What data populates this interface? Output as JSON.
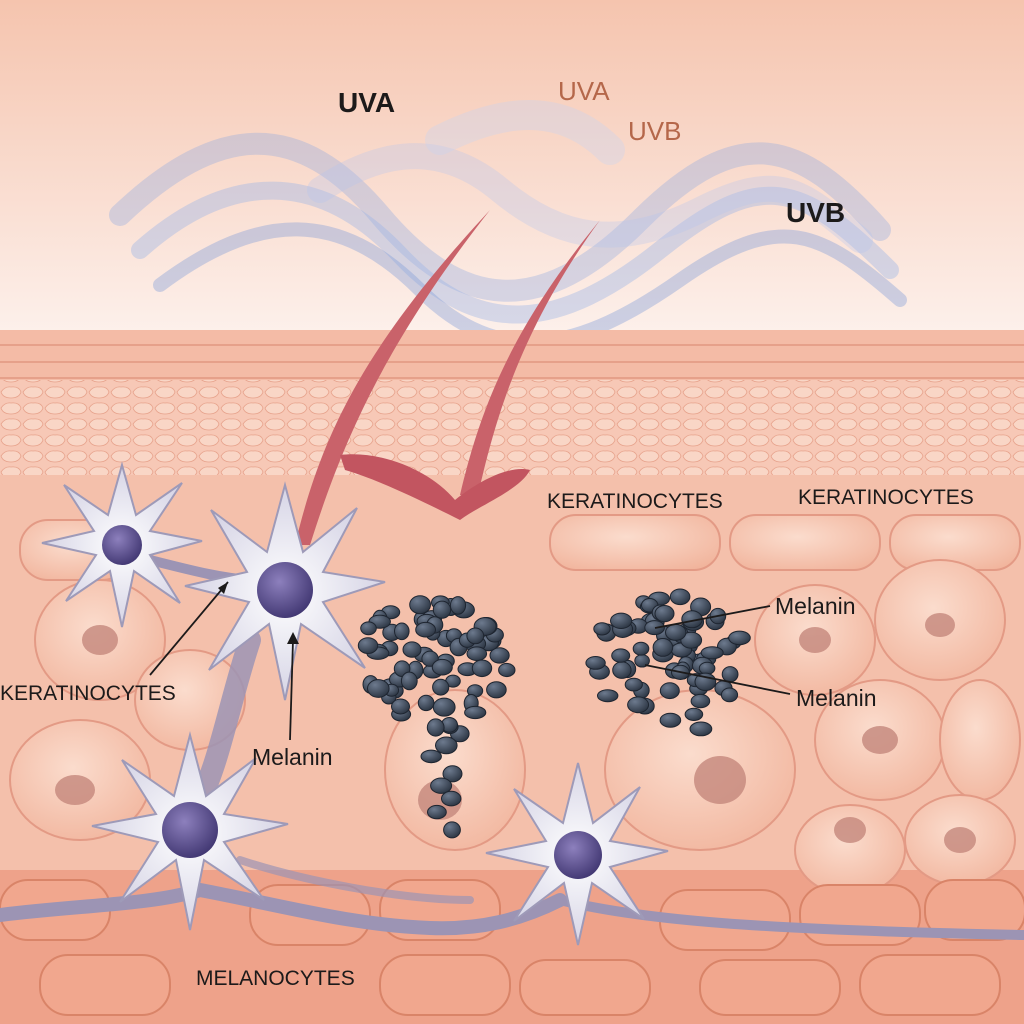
{
  "labels": {
    "uva_bold": "UVA",
    "uva_light": "UVA",
    "uvb_light": "UVB",
    "uvb_bold": "UVB",
    "keratinocytes_mid": "KERATINOCYTES",
    "keratinocytes_right": "KERATINOCYTES",
    "keratinocytes_left": "KERATINOCYTES",
    "melanin_left": "Melanin",
    "melanin_right_top": "Melanin",
    "melanin_right_bottom": "Melanin",
    "melanocytes": "MELANOCYTES"
  },
  "colors": {
    "sky_top": "#f6c9b6",
    "sky_bottom": "#fdf0ea",
    "skin": "#f4b9a3",
    "cell_fill": "#f7cdbb",
    "cell_stroke": "#e39a85",
    "basal": "#e8937a",
    "melanin": "#2e3847",
    "melanocyte": "#ecebf3",
    "nucleus": "#5b4f8a",
    "uv_wave": "#8fa8e0",
    "uv_light_text": "#b5674a",
    "hair": "#c9626a"
  }
}
